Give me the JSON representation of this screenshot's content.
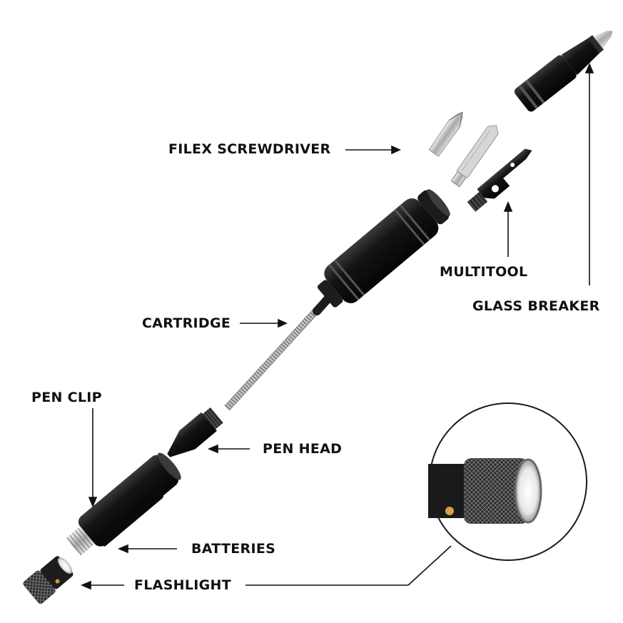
{
  "labels": {
    "screwdriver": "FILEX SCREWDRIVER",
    "multitool": "MULTITOOL",
    "glass_breaker": "GLASS BREAKER",
    "cartridge": "CARTRIDGE",
    "pen_clip": "PEN CLIP",
    "pen_head": "PEN HEAD",
    "batteries": "BATTERIES",
    "flashlight": "FLASHLIGHT"
  },
  "colors": {
    "body": "#121212",
    "metal": "#c8c8c8",
    "text": "#111111",
    "background": "#ffffff"
  }
}
